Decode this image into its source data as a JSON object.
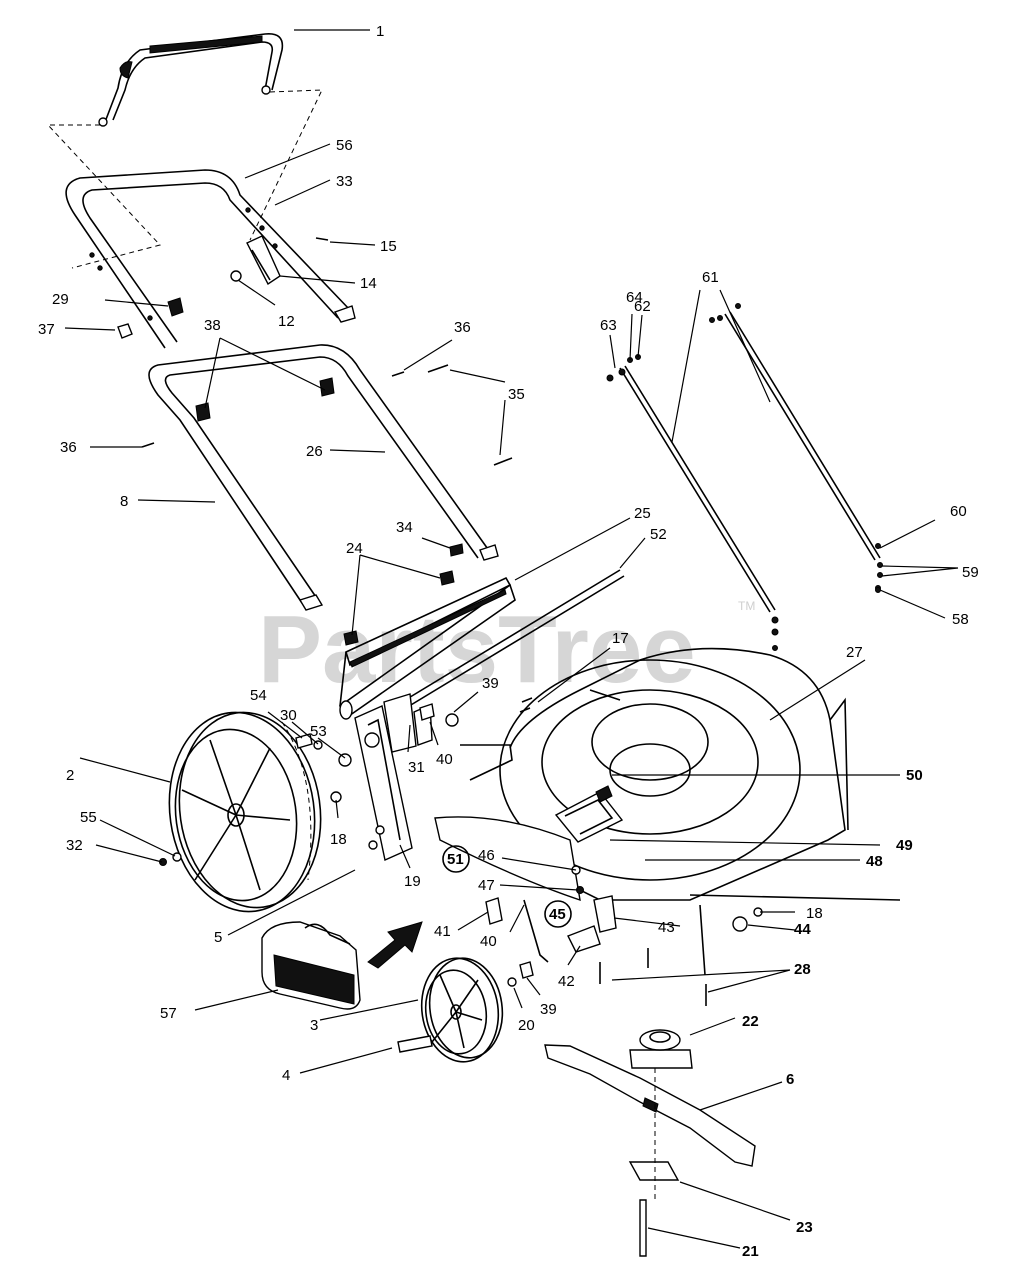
{
  "watermark": {
    "text": "PartsTree",
    "tm": "TM"
  },
  "callouts": {
    "c1": "1",
    "c56": "56",
    "c33": "33",
    "c15": "15",
    "c14": "14",
    "c12": "12",
    "c29": "29",
    "c37": "37",
    "c38": "38",
    "c36a": "36",
    "c36b": "36",
    "c35": "35",
    "c26": "26",
    "c8": "8",
    "c34": "34",
    "c24": "24",
    "c25": "25",
    "c52": "52",
    "c17": "17",
    "c39a": "39",
    "c64": "64",
    "c62": "62",
    "c63": "63",
    "c61": "61",
    "c60": "60",
    "c59": "59",
    "c58": "58",
    "c27": "27",
    "c54": "54",
    "c30": "30",
    "c53": "53",
    "c2": "2",
    "c55": "55",
    "c32": "32",
    "c18a": "18",
    "c31": "31",
    "c40a": "40",
    "c50": "50",
    "c49": "49",
    "c48": "48",
    "c51": "51",
    "c46": "46",
    "c47": "47",
    "c45": "45",
    "c43": "43",
    "c18b": "18",
    "c44": "44",
    "c19": "19",
    "c5": "5",
    "c41": "41",
    "c40b": "40",
    "c42": "42",
    "c28": "28",
    "c57": "57",
    "c3": "3",
    "c20": "20",
    "c39b": "39",
    "c22": "22",
    "c4": "4",
    "c6": "6",
    "c23": "23",
    "c21": "21"
  }
}
